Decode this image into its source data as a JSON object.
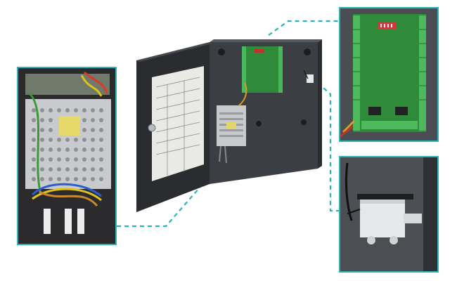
{
  "colors": {
    "accent": "#2ab3b8",
    "cabinet": "#3a3d42",
    "door": "#2a2c30",
    "board": "#2f8a3a",
    "terminal": "#3fae4f",
    "psu": "#c7c9cc"
  },
  "scene": {
    "main_product": "access-control-cabinet",
    "insets": [
      "power-supply-closeup",
      "controller-board-closeup",
      "tamper-switch-closeup"
    ]
  }
}
